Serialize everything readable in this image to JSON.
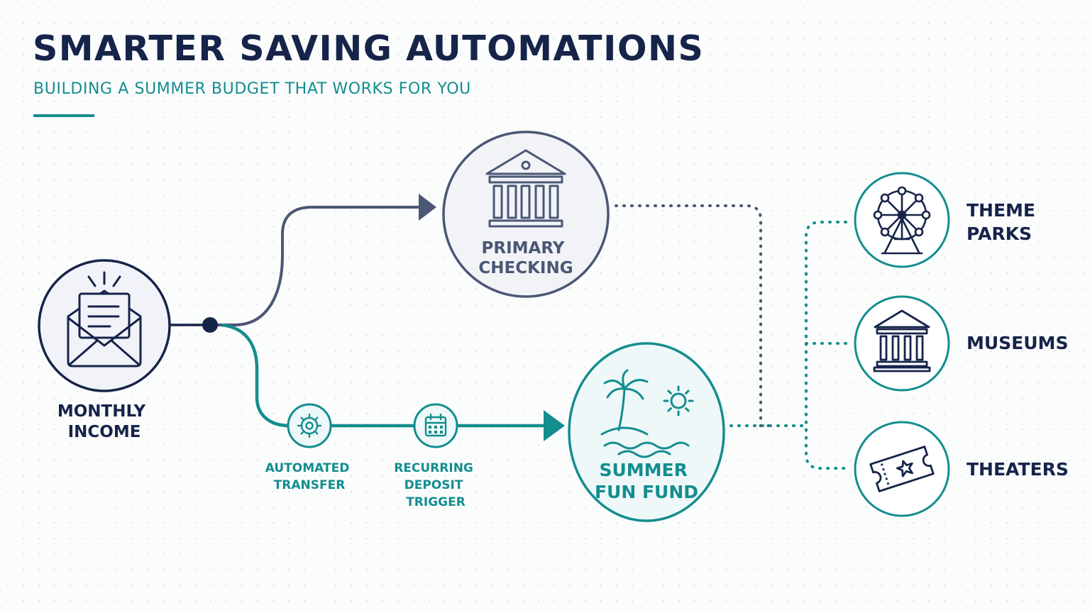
{
  "header": {
    "title": "SMARTER SAVING AUTOMATIONS",
    "subtitle": "BUILDING A SUMMER BUDGET THAT WORKS FOR YOU"
  },
  "nodes": {
    "income": {
      "lines": [
        "MONTHLY",
        "INCOME"
      ],
      "icon": "envelope-letter-icon"
    },
    "checking": {
      "lines": [
        "PRIMARY",
        "CHECKING"
      ],
      "icon": "bank-building-icon"
    },
    "fund": {
      "lines": [
        "SUMMER",
        "FUN FUND"
      ],
      "icon": "palm-island-sun-icon"
    },
    "transfer": {
      "lines": [
        "AUTOMATED",
        "TRANSFER"
      ],
      "icon": "gear-icon"
    },
    "deposit": {
      "lines": [
        "RECURRING",
        "DEPOSIT",
        "TRIGGER"
      ],
      "icon": "calendar-icon"
    }
  },
  "destinations": [
    {
      "lines": [
        "THEME",
        "PARKS"
      ],
      "icon": "ferris-wheel-icon"
    },
    {
      "lines": [
        "MUSEUMS"
      ],
      "icon": "museum-icon"
    },
    {
      "lines": [
        "THEATERS"
      ],
      "icon": "ticket-icon"
    }
  ],
  "colors": {
    "navy": "#16244a",
    "slate": "#4a5775",
    "teal": "#148d8f",
    "teal_light_fill": "#eef8f8",
    "slate_light_fill": "#f1f3f7"
  }
}
